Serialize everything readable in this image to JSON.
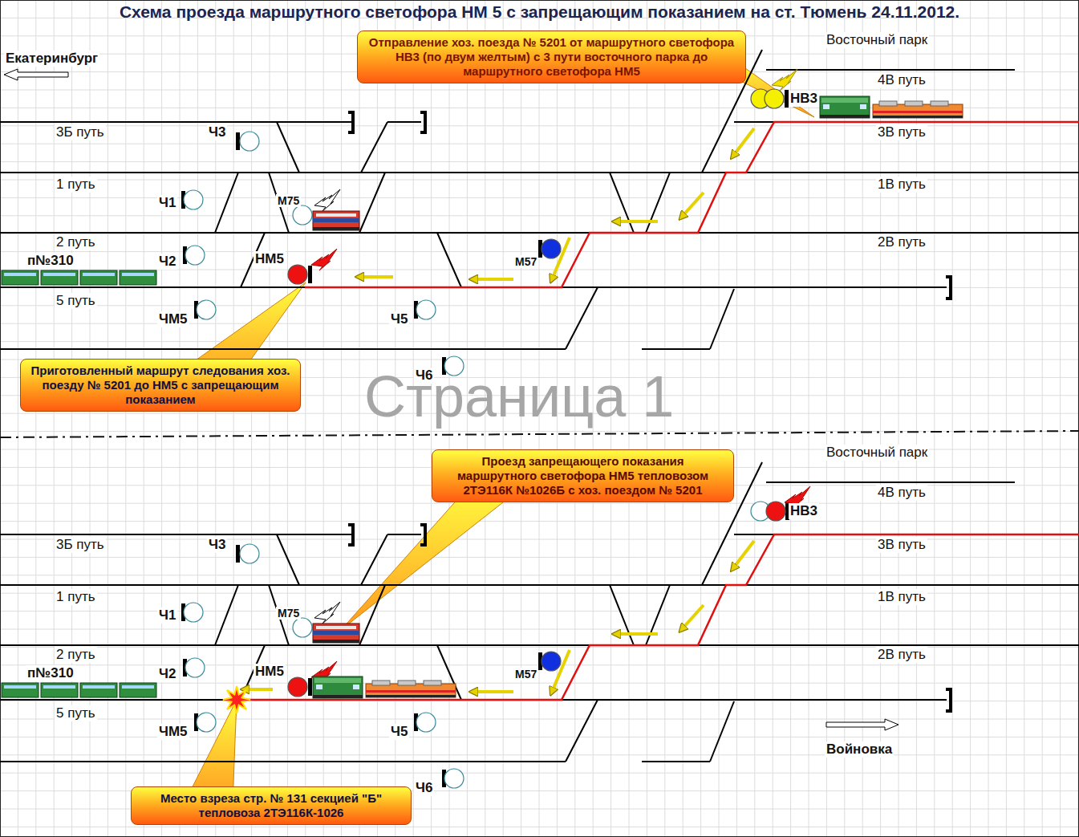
{
  "diagram": {
    "title": "Схема проезда маршрутного светофора НМ 5 с запрещающим показанием на ст. Тюмень 24.11.2012.",
    "nodes": [
      {
        "text": [
          "Отправление хоз. поезда № 5201 от маршрутного светофора НВ3 (по двум желтым) с 3 пути восточного парка до маршрутного светофора НМ5"
        ]
      },
      {
        "text": [
          "Приготовленный маршрут следования хоз. поезду № 5201 до НМ5 с запрещающим показанием"
        ]
      },
      {
        "text": [
          "Проезд запрещающего показания маршрутного светофора НМ5 тепловозом 2ТЭ116К №1026Б с хоз. поездом № 5201"
        ]
      },
      {
        "text": [
          "Место взреза стр. № 131 секцией \"Б\" тепловоза 2ТЭ116К-1026"
        ]
      }
    ],
    "labels": [
      "Екатеринбург",
      "Восточный парк",
      "4В путь",
      "3Б путь",
      "Ч3",
      "3В путь",
      "НВ3",
      "1 путь",
      "Ч1",
      "М75",
      "1В путь",
      "2 путь",
      "2В путь",
      "п№310",
      "Ч2",
      "НМ5",
      "М57",
      "5 путь",
      "ЧМ5",
      "Ч5",
      "Ч6",
      "Страница 1",
      "Восточный парк",
      "4В путь",
      "НВ3",
      "3Б путь",
      "Ч3",
      "3В путь",
      "1 путь",
      "Ч1",
      "М75",
      "1В путь",
      "2 путь",
      "2В путь",
      "п№310",
      "Ч2",
      "НМ5",
      "М57",
      "5 путь",
      "ЧМ5",
      "Ч5",
      "Войновка",
      "Ч6"
    ]
  }
}
